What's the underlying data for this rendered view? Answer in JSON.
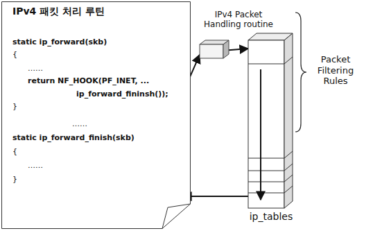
{
  "diagram": {
    "nodes": [
      {
        "text": [
          "IPv4 패킷 처리 루틴"
        ]
      },
      {
        "text": [
          "static ip_forward(skb)",
          "{",
          "……",
          "return NF_HOOK(PF_INET, ...",
          "ip_forward_fininsh());",
          "}"
        ],
        "in": 0
      },
      {
        "text": [
          "static ip_forward_finish(skb)",
          "{",
          "……",
          "}"
        ],
        "in": 0
      },
      {
        "text": [
          "IPv4 Packet Handling routine"
        ]
      },
      {
        "text": [
          "ip_tables"
        ]
      }
    ],
    "edges": [
      {
        "from": 1,
        "to": 3,
        "arrow": "to"
      },
      {
        "from": 3,
        "to": 4,
        "arrow": "to"
      },
      {
        "from": 4,
        "to": 2,
        "arrow": "to"
      }
    ],
    "labels": [
      "……",
      "Packet Filtering Rules"
    ]
  }
}
